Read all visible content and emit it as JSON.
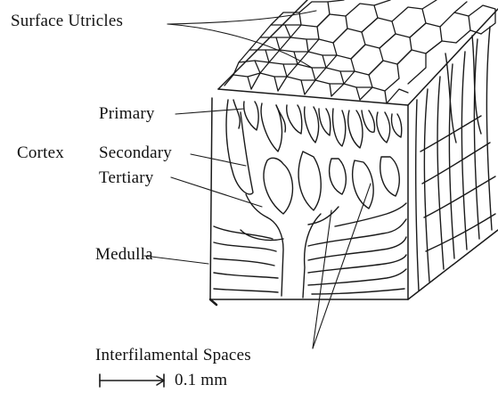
{
  "labels": {
    "surface_utricles": "Surface Utricles",
    "primary": "Primary",
    "cortex": "Cortex",
    "secondary": "Secondary",
    "tertiary": "Tertiary",
    "medulla": "Medulla",
    "interfilamental_spaces": "Interfilamental Spaces",
    "scale_bar": "0.1 mm"
  }
}
